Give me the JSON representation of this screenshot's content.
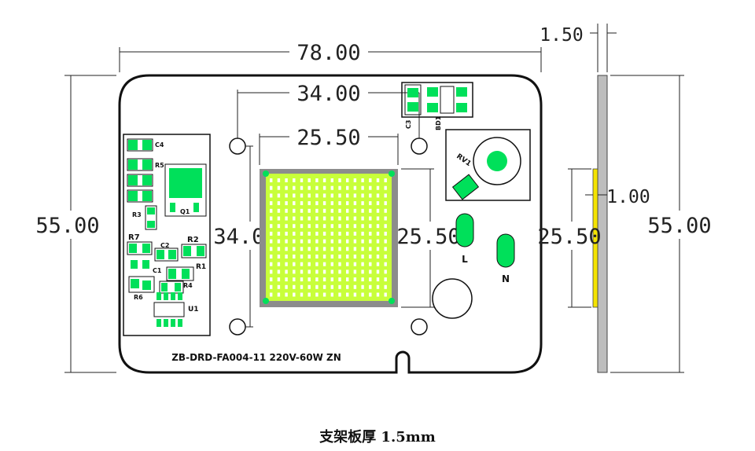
{
  "dimensions": {
    "board_width": "78.00",
    "board_height": "55.00",
    "hole_spacing_horizontal": "34.00",
    "hole_spacing_vertical": "34.00",
    "led_width": "25.50",
    "led_height": "25.50",
    "side_thickness": "1.50",
    "side_led_thickness": "1.00",
    "side_led_height": "25.50",
    "side_board_height": "55.00"
  },
  "silkscreen": {
    "board_model": "ZB-DRD-FA004-11 220V-60W ZN",
    "terminal_l": "L",
    "terminal_n": "N",
    "ref_r7": "R7",
    "ref_r2": "R2",
    "ref_r1": "R1",
    "ref_r3": "R3",
    "ref_c1": "C1",
    "ref_c2": "C2",
    "ref_c3": "C3",
    "ref_c4": "C4",
    "ref_q1": "Q1",
    "ref_u1": "U1",
    "ref_bd1": "BD1",
    "ref_rv1": "RV1",
    "ref_r5": "R5",
    "ref_r6": "R6",
    "ref_r4": "R4"
  },
  "caption": "支架板厚 1.5mm",
  "colors": {
    "pad": "#00e05a",
    "led_array": "#c8ff3a",
    "led_frame": "#8c8c8c",
    "board_outline": "#111111",
    "side_board": "#bdbdbd",
    "side_led": "#f4e300"
  }
}
